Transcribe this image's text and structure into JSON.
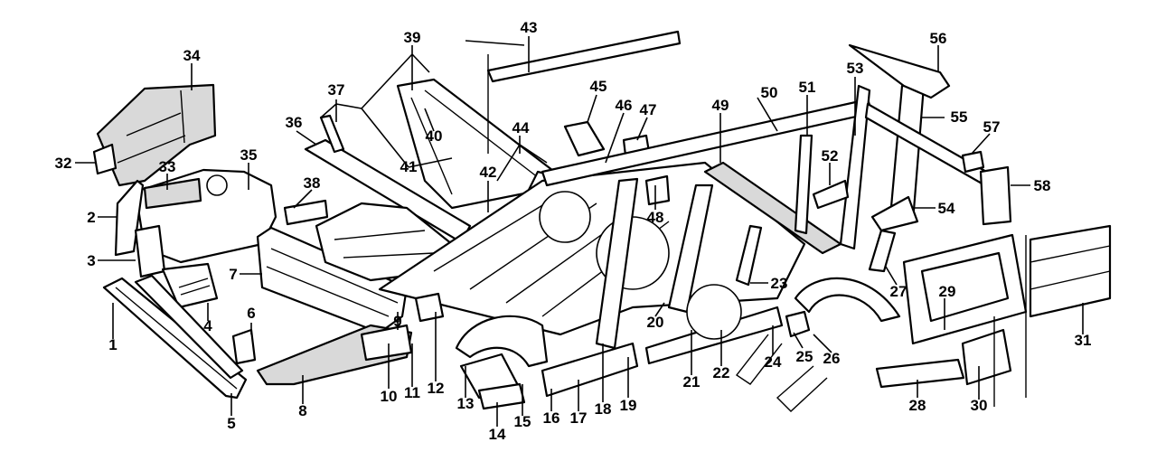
{
  "diagram": {
    "callouts": [
      {
        "id": "c1",
        "text": "1"
      },
      {
        "id": "c2",
        "text": "2"
      },
      {
        "id": "c3",
        "text": "3"
      },
      {
        "id": "c4",
        "text": "4"
      },
      {
        "id": "c5",
        "text": "5"
      },
      {
        "id": "c6",
        "text": "6"
      },
      {
        "id": "c7",
        "text": "7"
      },
      {
        "id": "c8",
        "text": "8"
      },
      {
        "id": "c9",
        "text": "9"
      },
      {
        "id": "c10",
        "text": "10"
      },
      {
        "id": "c11",
        "text": "11"
      },
      {
        "id": "c12",
        "text": "12"
      },
      {
        "id": "c13",
        "text": "13"
      },
      {
        "id": "c14",
        "text": "14"
      },
      {
        "id": "c15",
        "text": "15"
      },
      {
        "id": "c16",
        "text": "16"
      },
      {
        "id": "c17",
        "text": "17"
      },
      {
        "id": "c18",
        "text": "18"
      },
      {
        "id": "c19",
        "text": "19"
      },
      {
        "id": "c20",
        "text": "20"
      },
      {
        "id": "c21",
        "text": "21"
      },
      {
        "id": "c22",
        "text": "22"
      },
      {
        "id": "c23",
        "text": "23"
      },
      {
        "id": "c24",
        "text": "24"
      },
      {
        "id": "c25",
        "text": "25"
      },
      {
        "id": "c26",
        "text": "26"
      },
      {
        "id": "c27",
        "text": "27"
      },
      {
        "id": "c28",
        "text": "28"
      },
      {
        "id": "c29",
        "text": "29"
      },
      {
        "id": "c30",
        "text": "30"
      },
      {
        "id": "c31",
        "text": "31"
      },
      {
        "id": "c32",
        "text": "32"
      },
      {
        "id": "c33",
        "text": "33"
      },
      {
        "id": "c34",
        "text": "34"
      },
      {
        "id": "c35",
        "text": "35"
      },
      {
        "id": "c36",
        "text": "36"
      },
      {
        "id": "c37",
        "text": "37"
      },
      {
        "id": "c38",
        "text": "38"
      },
      {
        "id": "c39",
        "text": "39"
      },
      {
        "id": "c40",
        "text": "40"
      },
      {
        "id": "c41",
        "text": "41"
      },
      {
        "id": "c42",
        "text": "42"
      },
      {
        "id": "c43",
        "text": "43"
      },
      {
        "id": "c44",
        "text": "44"
      },
      {
        "id": "c45",
        "text": "45"
      },
      {
        "id": "c46",
        "text": "46"
      },
      {
        "id": "c47",
        "text": "47"
      },
      {
        "id": "c48",
        "text": "48"
      },
      {
        "id": "c49",
        "text": "49"
      },
      {
        "id": "c50",
        "text": "50"
      },
      {
        "id": "c51",
        "text": "51"
      },
      {
        "id": "c52",
        "text": "52"
      },
      {
        "id": "c53",
        "text": "53"
      },
      {
        "id": "c54",
        "text": "54"
      },
      {
        "id": "c55",
        "text": "55"
      },
      {
        "id": "c56",
        "text": "56"
      },
      {
        "id": "c57",
        "text": "57"
      },
      {
        "id": "c58",
        "text": "58"
      }
    ]
  }
}
